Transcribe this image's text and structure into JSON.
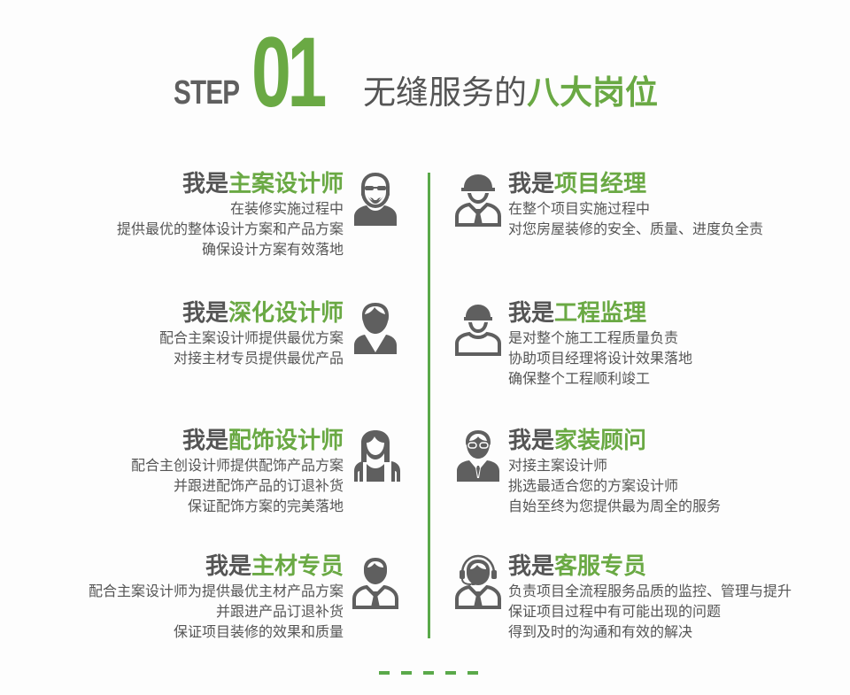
{
  "header": {
    "step_word": "STEP",
    "step_number": "01",
    "title_plain": "无缝服务的",
    "title_highlight": "八大岗位"
  },
  "colors": {
    "accent_green": "#6aa944",
    "divider_green": "#5aa94a",
    "text_gray": "#555555",
    "icon_gray": "#5f5f5f"
  },
  "roles": {
    "left": [
      {
        "prefix": "我是",
        "name": "主案设计师",
        "icon": "bearded-man-sunglasses-icon",
        "lines": [
          "在装修实施过程中",
          "提供最优的整体设计方案和产品方案",
          "确保设计方案有效落地"
        ]
      },
      {
        "prefix": "我是",
        "name": "深化设计师",
        "icon": "man-vneck-icon",
        "lines": [
          "配合主案设计师提供最优方案",
          "对接主材专员提供最优产品"
        ]
      },
      {
        "prefix": "我是",
        "name": "配饰设计师",
        "icon": "woman-icon",
        "lines": [
          "配合主创设计师提供配饰产品方案",
          "并跟进配饰产品的订退补货",
          "保证配饰方案的完美落地"
        ]
      },
      {
        "prefix": "我是",
        "name": "主材专员",
        "icon": "man-tie-icon",
        "lines": [
          "配合主案设计师为提供最优主材产品方案",
          "并跟进产品订退补货",
          "保证项目装修的效果和质量"
        ]
      }
    ],
    "right": [
      {
        "prefix": "我是",
        "name": "项目经理",
        "icon": "hardhat-manager-tie-icon",
        "lines": [
          "在整个项目实施过程中",
          "对您房屋装修的安全、质量、进度负全责"
        ]
      },
      {
        "prefix": "我是",
        "name": "工程监理",
        "icon": "hardhat-worker-icon",
        "lines": [
          "是对整个施工工程质量负责",
          "协助项目经理将设计效果落地",
          "确保整个工程顺利竣工"
        ]
      },
      {
        "prefix": "我是",
        "name": "家装顾问",
        "icon": "man-glasses-suit-icon",
        "lines": [
          "对接主案设计师",
          "挑选最适合您的方案设计师",
          "自始至终为您提供最为周全的服务"
        ]
      },
      {
        "prefix": "我是",
        "name": "客服专员",
        "icon": "headset-agent-icon",
        "lines": [
          "负责项目全流程服务品质的监控、管理与提升",
          "保证项目过程中有可能出现的问题",
          "得到及时的沟通和有效的解决"
        ]
      }
    ]
  }
}
